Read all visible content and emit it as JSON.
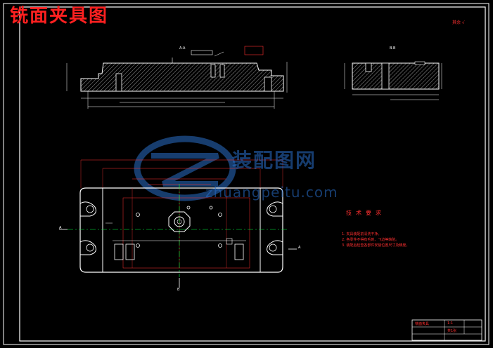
{
  "title": "铣面夹具图",
  "watermark": {
    "brand": "装配图网",
    "site": "zhuangpeitu.com"
  },
  "tech_requirements": {
    "heading": "技术要求",
    "items": [
      "1. 夹具装配前清洗干净。",
      "2. 各零件不得有毛刺、飞边等缺陷。",
      "3. 装配后检查各部件安装位置尺寸及精度。"
    ]
  },
  "roughness_note": "其余 √",
  "section_labels": {
    "a_a": "A-A",
    "b_b": "B-B",
    "a_left": "A",
    "a_right": "A",
    "b_bottom": "B"
  },
  "title_block": {
    "name": "铣面夹具",
    "scale": "1:1",
    "sheet": "共1张"
  },
  "colors": {
    "line": "#ffffff",
    "accent": "#ff3030",
    "dim": "#ff3030",
    "center": "#00ff40",
    "watermark": "#2b6fc8"
  }
}
